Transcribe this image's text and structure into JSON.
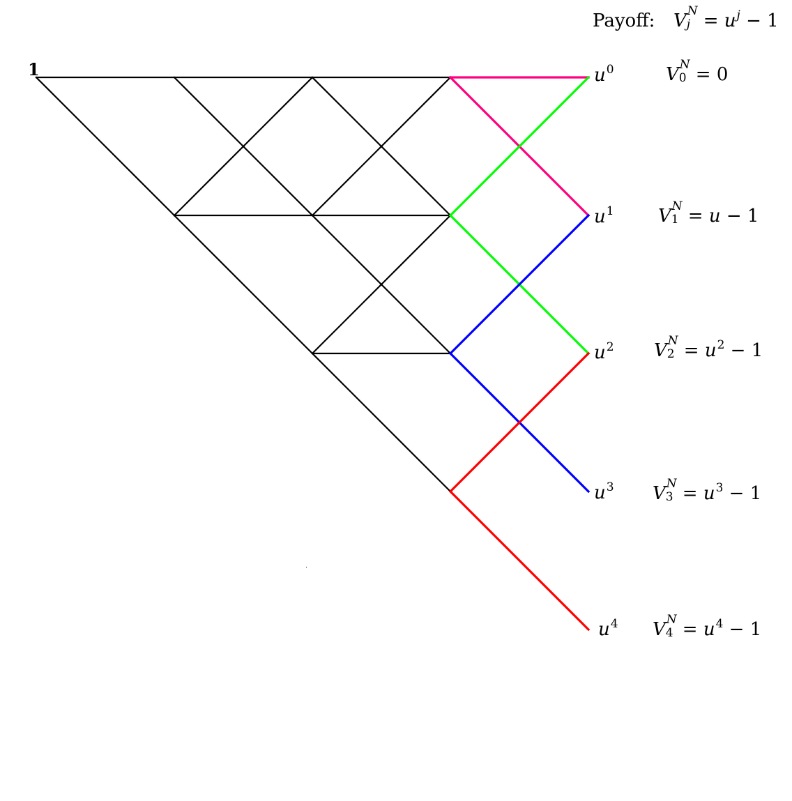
{
  "root_label": "1",
  "payoff_header": {
    "label": "Payoff:",
    "lhs_base": "V",
    "lhs_sup": "N",
    "lhs_sub": "j",
    "rhs": "= ",
    "rhs_base": "u",
    "rhs_sup": "j",
    "rhs_tail": " − 1"
  },
  "terminal_nodes": [
    {
      "base": "u",
      "exp": "0",
      "payoff_sub": "0",
      "payoff_rhs": "= 0",
      "payoff_base": "",
      "payoff_sup": "",
      "payoff_tail": ""
    },
    {
      "base": "u",
      "exp": "1",
      "payoff_sub": "1",
      "payoff_rhs": "= ",
      "payoff_base": "u",
      "payoff_sup": "",
      "payoff_tail": " − 1"
    },
    {
      "base": "u",
      "exp": "2",
      "payoff_sub": "2",
      "payoff_rhs": "= ",
      "payoff_base": "u",
      "payoff_sup": "2",
      "payoff_tail": " − 1"
    },
    {
      "base": "u",
      "exp": "3",
      "payoff_sub": "3",
      "payoff_rhs": "= ",
      "payoff_base": "u",
      "payoff_sup": "3",
      "payoff_tail": " − 1"
    },
    {
      "base": "u",
      "exp": "4",
      "payoff_sub": "4",
      "payoff_rhs": "= ",
      "payoff_base": "u",
      "payoff_sup": "4",
      "payoff_tail": " − 1"
    }
  ],
  "payoff_symbol": {
    "base": "V",
    "sup": "N"
  },
  "path_colors": {
    "lattice": "#000000",
    "path_0_1": "#ff0080",
    "path_1_2": "#00ff00",
    "path_2_3": "#0000ff",
    "path_3_4": "#ff0000"
  }
}
